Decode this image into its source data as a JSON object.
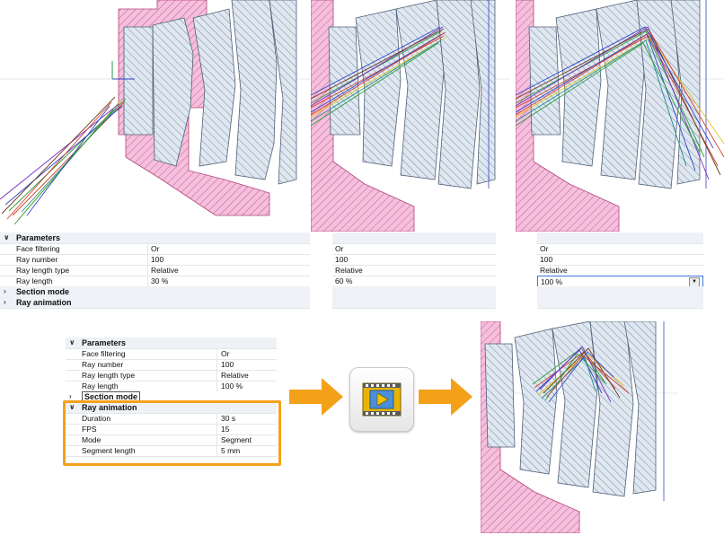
{
  "grid1": {
    "category_parameters": "Parameters",
    "rows": [
      {
        "label": "Face filtering",
        "value": "Or"
      },
      {
        "label": "Ray number",
        "value": "100"
      },
      {
        "label": "Ray length type",
        "value": "Relative"
      },
      {
        "label": "Ray length",
        "value": "30 %"
      }
    ],
    "category_section": "Section mode",
    "category_animation": "Ray animation"
  },
  "grid2": {
    "values": [
      "Or",
      "100",
      "Relative",
      "60 %"
    ]
  },
  "grid3": {
    "values": [
      "Or",
      "100",
      "Relative",
      "100 %"
    ]
  },
  "grid4": {
    "category_parameters": "Parameters",
    "rows": [
      {
        "label": "Face filtering",
        "value": "Or"
      },
      {
        "label": "Ray number",
        "value": "100"
      },
      {
        "label": "Ray length type",
        "value": "Relative"
      },
      {
        "label": "Ray length",
        "value": "100 %"
      }
    ],
    "category_section": "Section mode",
    "category_animation": "Ray animation",
    "animation_rows": [
      {
        "label": "Duration",
        "value": "30 s"
      },
      {
        "label": "FPS",
        "value": "15"
      },
      {
        "label": "Mode",
        "value": "Segment"
      },
      {
        "label": "Segment length",
        "value": "5 mm"
      }
    ]
  },
  "colors": {
    "highlight": "#f4a11a",
    "housing_pink": "#f4b8d8",
    "lens_blue": "#dde6f0",
    "outline": "#6f7f94"
  },
  "icons": {
    "play_video": "film-play-icon",
    "arrow": "arrow-right-icon"
  }
}
